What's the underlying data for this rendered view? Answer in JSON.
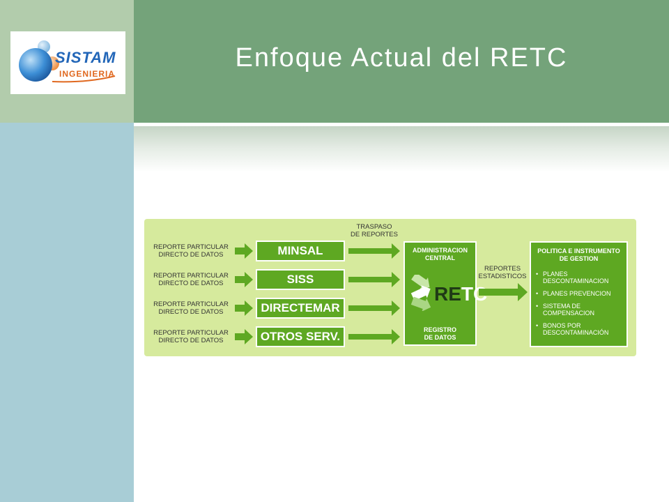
{
  "slide": {
    "title": "Enfoque Actual del RETC"
  },
  "logo": {
    "name": "SISTAM",
    "subtitle": "INGENIERIA"
  },
  "diagram": {
    "sources": [
      {
        "label_line1": "REPORTE PARTICULAR",
        "label_line2": "DIRECTO DE DATOS",
        "agency": "MINSAL"
      },
      {
        "label_line1": "REPORTE PARTICULAR",
        "label_line2": "DIRECTO DE DATOS",
        "agency": "SISS"
      },
      {
        "label_line1": "REPORTE PARTICULAR",
        "label_line2": "DIRECTO DE DATOS",
        "agency": "DIRECTEMAR"
      },
      {
        "label_line1": "REPORTE PARTICULAR",
        "label_line2": "DIRECTO DE DATOS",
        "agency": "OTROS SERV."
      }
    ],
    "transfer_label_line1": "TRASPASO",
    "transfer_label_line2": "DE REPORTES",
    "central": {
      "title_line1": "ADMINISTRACION",
      "title_line2": "CENTRAL",
      "logo_re": "RE",
      "logo_tc": "TC",
      "footer_line1": "REGISTRO",
      "footer_line2": "DE DATOS"
    },
    "stats_label_line1": "REPORTES",
    "stats_label_line2": "ESTADISTICOS",
    "policy": {
      "title_line1": "POLITICA E INSTRUMENTO",
      "title_line2": "DE GESTION",
      "items": [
        "PLANES DESCONTAMINACION",
        "PLANES PREVENCION",
        "SISTEMA DE COMPENSACION",
        "BONOS POR DESCONTAMINACIÓN"
      ]
    },
    "colors": {
      "panel": "#d6ea9d",
      "box": "#5ea822",
      "arrow": "#5ea822"
    }
  }
}
